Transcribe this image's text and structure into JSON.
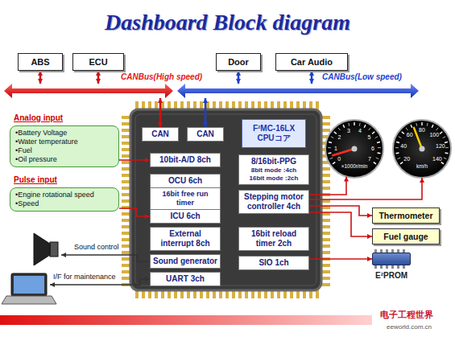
{
  "diagram": {
    "title": "Dashboard Block diagram",
    "nodes": [
      {
        "text": [
          "ABS"
        ]
      },
      {
        "text": [
          "ECU"
        ]
      },
      {
        "text": [
          "Door"
        ]
      },
      {
        "text": [
          "Car Audio"
        ]
      },
      {
        "text": [
          "CANBus(High speed)"
        ]
      },
      {
        "text": [
          "CANBus(Low speed)"
        ]
      },
      {
        "text": [
          "Analog input",
          "•Battery Voltage",
          "•Water temperature",
          "•Fuel",
          "•Oil pressure"
        ]
      },
      {
        "text": [
          "Pulse input",
          "•Engine rotational speed",
          "•Speed"
        ]
      },
      {
        "text": [
          "CAN"
        ]
      },
      {
        "text": [
          "CAN"
        ]
      },
      {
        "text": [
          "F²MC-16LX CPUコア"
        ]
      },
      {
        "text": [
          "10bit-A/D 8ch"
        ]
      },
      {
        "text": [
          "8/16bit-PPG",
          "8bit mode :4ch",
          "16bit mode :2ch"
        ]
      },
      {
        "text": [
          "OCU 6ch"
        ]
      },
      {
        "text": [
          "16bit free run timer"
        ]
      },
      {
        "text": [
          "ICU 6ch"
        ]
      },
      {
        "text": [
          "Stepping motor controller 4ch"
        ]
      },
      {
        "text": [
          "External interrupt 8ch"
        ]
      },
      {
        "text": [
          "16bit reload timer 2ch"
        ]
      },
      {
        "text": [
          "Sound generator"
        ]
      },
      {
        "text": [
          "UART 3ch"
        ]
      },
      {
        "text": [
          "SIO 1ch"
        ]
      },
      {
        "text": [
          "Thermometer"
        ]
      },
      {
        "text": [
          "Fuel gauge"
        ]
      },
      {
        "text": [
          "0",
          "1",
          "2",
          "3",
          "4",
          "5",
          "6",
          "7",
          "×1000r/min"
        ]
      },
      {
        "text": [
          "20",
          "40",
          "60",
          "80",
          "100",
          "120",
          "140",
          "km/h"
        ]
      },
      {
        "text": [
          "E²PROM"
        ]
      }
    ],
    "edges": [
      {
        "from": 0,
        "to": 4,
        "arrow": "both"
      },
      {
        "from": 1,
        "to": 4,
        "arrow": "both"
      },
      {
        "from": 4,
        "to": 8,
        "arrow": "both"
      },
      {
        "from": 2,
        "to": 5,
        "arrow": "both"
      },
      {
        "from": 3,
        "to": 5,
        "arrow": "both"
      },
      {
        "from": 5,
        "to": 9,
        "arrow": "both"
      },
      {
        "from": 6,
        "to": 11,
        "arrow": "to"
      },
      {
        "from": 7,
        "to": 15,
        "arrow": "to"
      },
      {
        "from": 16,
        "to": 24,
        "arrow": "to"
      },
      {
        "from": 16,
        "to": 25,
        "arrow": "to"
      },
      {
        "from": 16,
        "to": 22,
        "arrow": "to"
      },
      {
        "from": 16,
        "to": 23,
        "arrow": "to"
      },
      {
        "from": 21,
        "to": 26,
        "arrow": "to"
      }
    ],
    "labels": [
      "Sound control",
      "I/F for maintenance",
      "电子工程世界",
      "eeworld.com.cn"
    ]
  }
}
